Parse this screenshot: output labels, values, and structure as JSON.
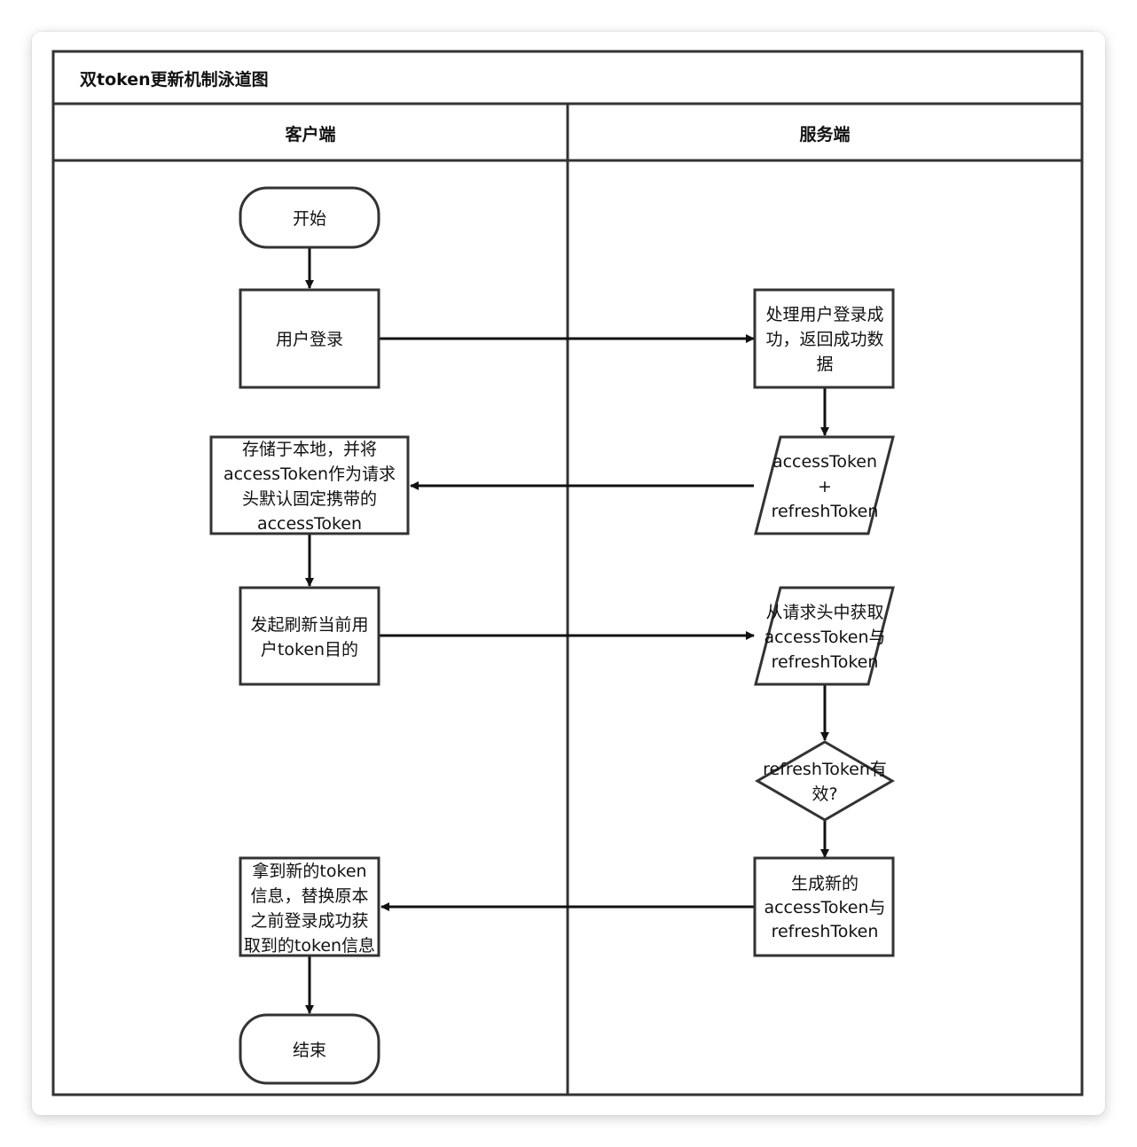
{
  "pool": {
    "title": "双token更新机制泳道图"
  },
  "lanes": {
    "client": "客户端",
    "server": "服务端"
  },
  "nodes": {
    "start": [
      "开始"
    ],
    "login": [
      "用户登录"
    ],
    "server_login": [
      "处理用户登录成",
      "功，返回成功数",
      "据"
    ],
    "tokens": [
      "accessToken",
      "+",
      "refreshToken"
    ],
    "store": [
      "存储于本地，并将",
      "accessToken作为请求",
      "头默认固定携带的",
      "accessToken"
    ],
    "refresh_request": [
      "发起刷新当前用",
      "户token目的"
    ],
    "extract": [
      "从请求头中获取",
      "accessToken与",
      "refreshToken"
    ],
    "valid": [
      "refreshToken有",
      "效?"
    ],
    "generate": [
      "生成新的",
      "accessToken与",
      "refreshToken"
    ],
    "replace": [
      "拿到新的token",
      "信息，替换原本",
      "之前登录成功获",
      "取到的token信息"
    ],
    "end": [
      "结束"
    ]
  }
}
